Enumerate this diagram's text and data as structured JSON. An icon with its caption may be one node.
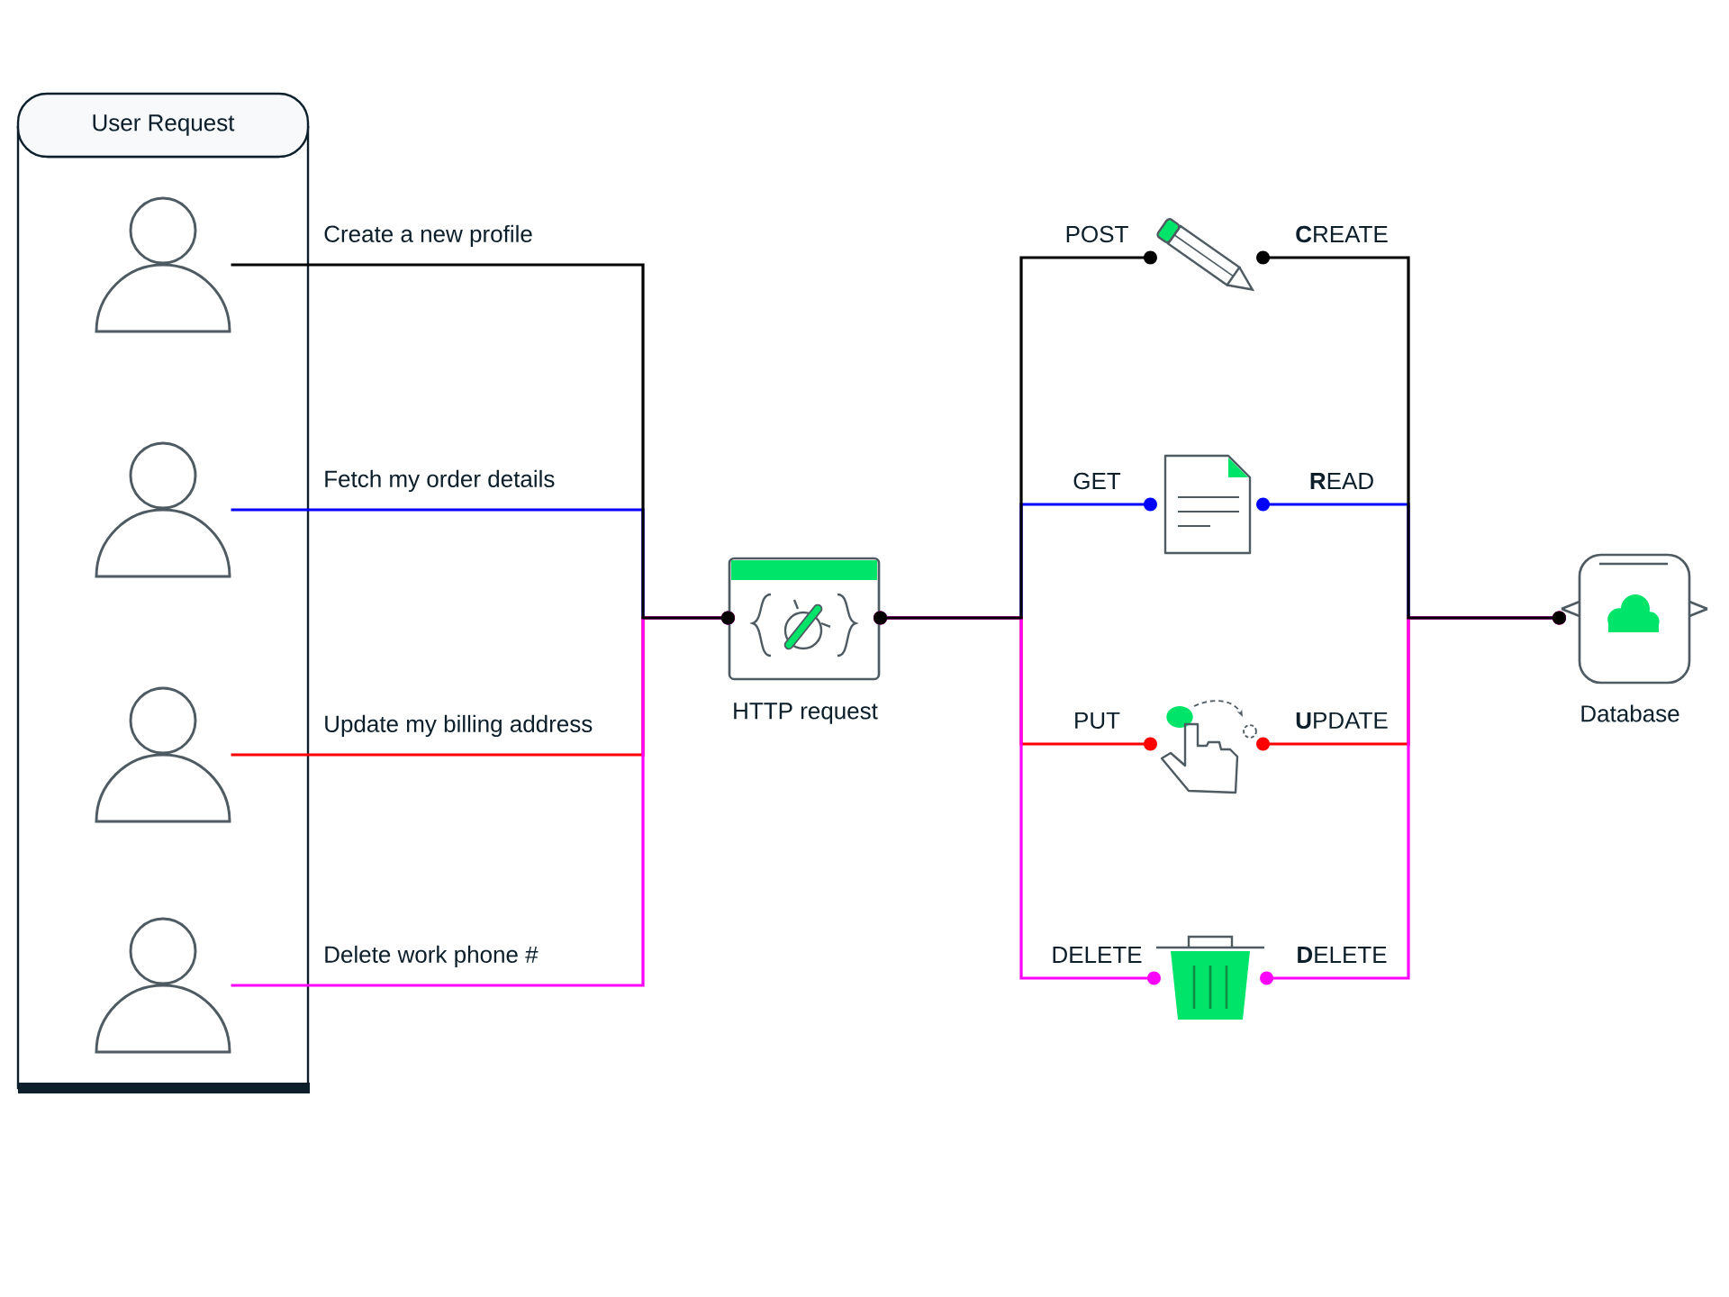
{
  "diagram": {
    "nodes": [
      {
        "text": [
          "User Request"
        ]
      },
      {
        "text": [],
        "shape": "person",
        "in": 0
      },
      {
        "text": [],
        "shape": "person",
        "in": 0
      },
      {
        "text": [],
        "shape": "person",
        "in": 0
      },
      {
        "text": [],
        "shape": "person",
        "in": 0
      },
      {
        "text": [
          "HTTP request"
        ]
      },
      {
        "text": [],
        "shape": "picture"
      },
      {
        "text": [],
        "shape": "picture"
      },
      {
        "text": [],
        "shape": "picture"
      },
      {
        "text": [],
        "shape": "picture"
      },
      {
        "text": [
          "Database"
        ]
      }
    ],
    "edges": [
      {
        "from": 1,
        "to": 5,
        "arrow": "other",
        "label": "Create a new profile",
        "color": "#000000"
      },
      {
        "from": 2,
        "to": 5,
        "arrow": "other",
        "label": "Fetch my order details",
        "color": "#0000ff"
      },
      {
        "from": 3,
        "to": 5,
        "arrow": "other",
        "label": "Update my billing address",
        "color": "#ff0000"
      },
      {
        "from": 4,
        "to": 5,
        "arrow": "other",
        "label": "Delete work phone #",
        "color": "#ff00ff"
      },
      {
        "from": 5,
        "to": 6,
        "arrow": "other",
        "label": "POST",
        "color": "#000000"
      },
      {
        "from": 5,
        "to": 7,
        "arrow": "other",
        "label": "GET",
        "color": "#0000ff"
      },
      {
        "from": 5,
        "to": 8,
        "arrow": "other",
        "label": "PUT",
        "color": "#ff0000"
      },
      {
        "from": 5,
        "to": 9,
        "arrow": "other",
        "label": "DELETE",
        "color": "#ff00ff"
      },
      {
        "from": 6,
        "to": 10,
        "arrow": "other",
        "label": "**C**REATE",
        "color": "#000000"
      },
      {
        "from": 7,
        "to": 10,
        "arrow": "other",
        "label": "**R**EAD",
        "color": "#0000ff"
      },
      {
        "from": 8,
        "to": 10,
        "arrow": "other",
        "label": "**U**PDATE",
        "color": "#ff0000"
      },
      {
        "from": 9,
        "to": 10,
        "arrow": "other",
        "label": "**D**ELETE",
        "color": "#ff00ff"
      }
    ]
  }
}
